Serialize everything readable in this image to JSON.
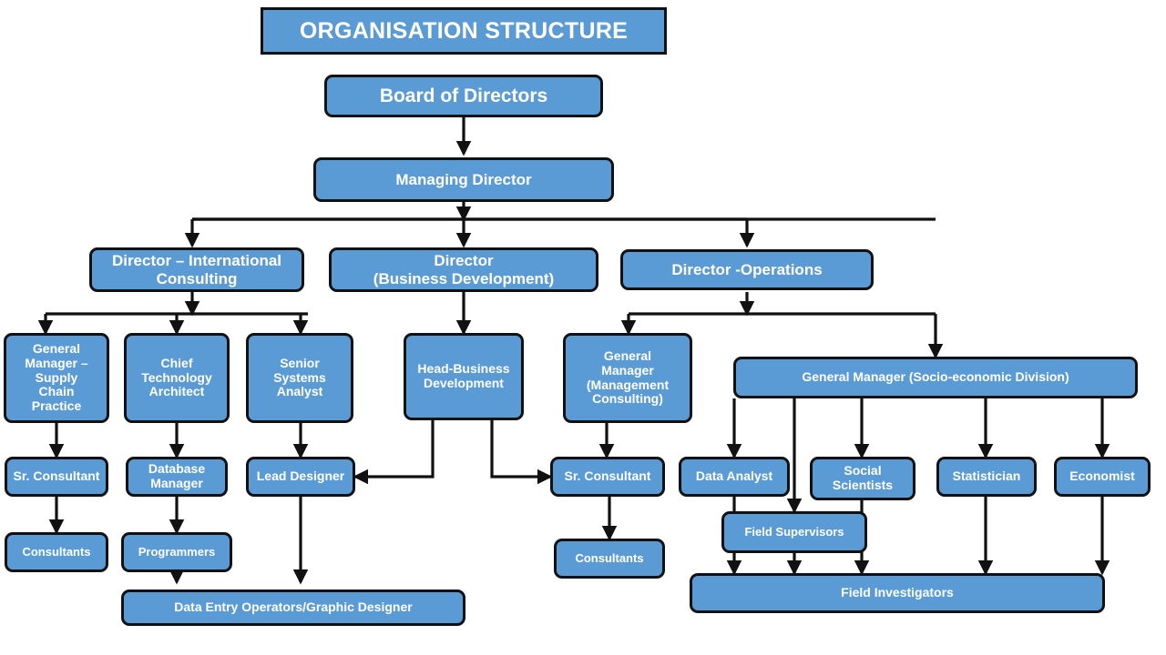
{
  "page": {
    "title": "ORGANISATION STRUCTURE",
    "background_color": "#ffffff",
    "node_fill_color": "#5b9bd5",
    "node_border_color": "#111111",
    "node_text_color": "#ffffff",
    "connector_color": "#111111"
  },
  "chart_data": {
    "type": "diagram",
    "diagram_kind": "organisation-chart",
    "title": "ORGANISATION STRUCTURE",
    "nodes": [
      {
        "id": "title",
        "label": "ORGANISATION STRUCTURE",
        "level": 0
      },
      {
        "id": "board",
        "label": "Board of Directors",
        "level": 1
      },
      {
        "id": "md",
        "label": "Managing Director",
        "level": 2
      },
      {
        "id": "dir_intl",
        "label": "Director – International\nConsulting",
        "level": 3
      },
      {
        "id": "dir_bizdev",
        "label": "Director\n(Business Development)",
        "level": 3
      },
      {
        "id": "dir_ops",
        "label": "Director -Operations",
        "level": 3
      },
      {
        "id": "gm_supply",
        "label": "General\nManager –\nSupply\nChain\nPractice",
        "level": 4
      },
      {
        "id": "cta",
        "label": "Chief\nTechnology\nArchitect",
        "level": 4
      },
      {
        "id": "ssa",
        "label": "Senior\nSystems\nAnalyst",
        "level": 4
      },
      {
        "id": "head_bd",
        "label": "Head-Business\nDevelopment",
        "level": 4
      },
      {
        "id": "gm_mgmt",
        "label": "General\nManager\n(Management\nConsulting)",
        "level": 4
      },
      {
        "id": "gm_socio",
        "label": "General Manager (Socio-economic  Division)",
        "level": 4
      },
      {
        "id": "sr_cons_l",
        "label": "Sr. Consultant",
        "level": 5
      },
      {
        "id": "db_mgr",
        "label": "Database\nManager",
        "level": 5
      },
      {
        "id": "lead_des",
        "label": "Lead Designer",
        "level": 5
      },
      {
        "id": "sr_cons_r",
        "label": "Sr. Consultant",
        "level": 5
      },
      {
        "id": "data_analyst",
        "label": "Data Analyst",
        "level": 5
      },
      {
        "id": "soc_sci",
        "label": "Social\nScientists",
        "level": 5
      },
      {
        "id": "statistician",
        "label": "Statistician",
        "level": 5
      },
      {
        "id": "economist",
        "label": "Economist",
        "level": 5
      },
      {
        "id": "cons_l",
        "label": "Consultants",
        "level": 6
      },
      {
        "id": "programmers",
        "label": "Programmers",
        "level": 6
      },
      {
        "id": "field_sup",
        "label": "Field Supervisors",
        "level": 6
      },
      {
        "id": "cons_r",
        "label": "Consultants",
        "level": 6
      },
      {
        "id": "data_entry",
        "label": "Data Entry Operators/Graphic Designer",
        "level": 7
      },
      {
        "id": "field_inv",
        "label": "Field Investigators",
        "level": 7
      }
    ],
    "edges": [
      {
        "from": "board",
        "to": "md"
      },
      {
        "from": "md",
        "to": "dir_intl"
      },
      {
        "from": "md",
        "to": "dir_bizdev"
      },
      {
        "from": "md",
        "to": "dir_ops"
      },
      {
        "from": "dir_intl",
        "to": "gm_supply"
      },
      {
        "from": "dir_intl",
        "to": "cta"
      },
      {
        "from": "dir_intl",
        "to": "ssa"
      },
      {
        "from": "dir_bizdev",
        "to": "head_bd"
      },
      {
        "from": "dir_ops",
        "to": "gm_mgmt"
      },
      {
        "from": "dir_ops",
        "to": "gm_socio"
      },
      {
        "from": "gm_supply",
        "to": "sr_cons_l"
      },
      {
        "from": "cta",
        "to": "db_mgr"
      },
      {
        "from": "ssa",
        "to": "lead_des"
      },
      {
        "from": "head_bd",
        "to": "lead_des"
      },
      {
        "from": "head_bd",
        "to": "sr_cons_r"
      },
      {
        "from": "gm_mgmt",
        "to": "sr_cons_r"
      },
      {
        "from": "gm_socio",
        "to": "data_analyst"
      },
      {
        "from": "gm_socio",
        "to": "soc_sci"
      },
      {
        "from": "gm_socio",
        "to": "statistician"
      },
      {
        "from": "gm_socio",
        "to": "economist"
      },
      {
        "from": "gm_socio",
        "to": "field_sup"
      },
      {
        "from": "sr_cons_l",
        "to": "cons_l"
      },
      {
        "from": "db_mgr",
        "to": "programmers"
      },
      {
        "from": "lead_des",
        "to": "data_entry"
      },
      {
        "from": "programmers",
        "to": "data_entry"
      },
      {
        "from": "sr_cons_r",
        "to": "cons_r"
      },
      {
        "from": "data_analyst",
        "to": "field_inv"
      },
      {
        "from": "soc_sci",
        "to": "field_inv"
      },
      {
        "from": "statistician",
        "to": "field_inv"
      },
      {
        "from": "economist",
        "to": "field_inv"
      },
      {
        "from": "field_sup",
        "to": "field_inv"
      }
    ]
  }
}
